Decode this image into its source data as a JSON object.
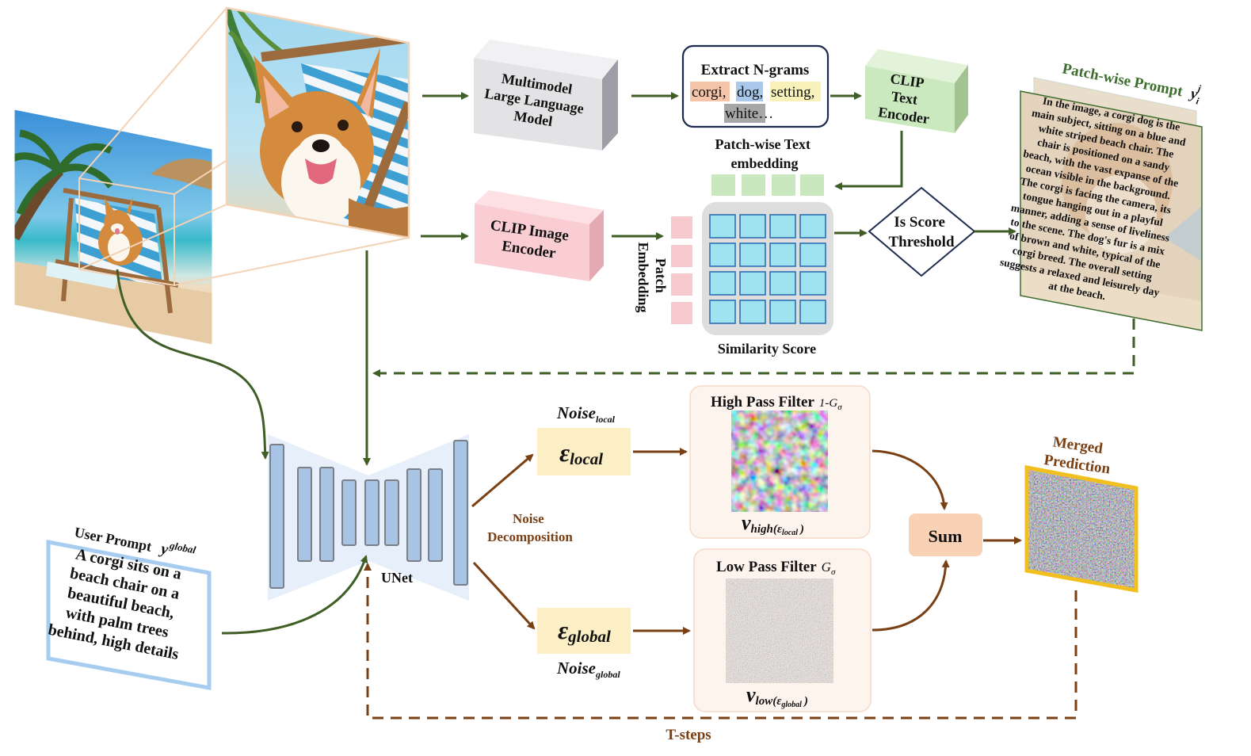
{
  "llm": {
    "line1": "Multimodel",
    "line2": "Large Language",
    "line3": "Model"
  },
  "ngrams": {
    "title": "Extract N-grams",
    "corgi": "corgi",
    "dog": "dog",
    "setting": "setting",
    "white": "white",
    "comma": ",",
    "ellipsis": "…",
    "colors": {
      "corgi": "#f6c4a8",
      "dog": "#a9c8ea",
      "setting": "#f8f1b9",
      "white": "#a7a7a7"
    }
  },
  "clip_text": {
    "line1": "CLIP",
    "line2": "Text",
    "line3": "Encoder"
  },
  "text_embedding": {
    "line1": "Patch-wise Text",
    "line2": "embedding"
  },
  "clip_image": {
    "line1": "CLIP Image",
    "line2": "Encoder"
  },
  "patch_embedding": {
    "line1": "Patch",
    "line2": "Embedding"
  },
  "similarity": {
    "label": "Similarity Score"
  },
  "decision": {
    "line1": "Is Score",
    "line2": "Threshold"
  },
  "patch_prompt": {
    "title": "Patch-wise Prompt",
    "symbol": "y",
    "sup": "j",
    "sub": "i",
    "lines": [
      "In the image, a corgi dog is the",
      "main subject, sitting on a blue and",
      "white striped beach chair. The",
      "chair is positioned on a sandy",
      "beach, with the vast expanse of the",
      "ocean visible in the background.",
      "The corgi is facing the camera, its",
      "tongue hanging out in a playful",
      "manner, adding a sense of liveliness",
      "to the scene. The dog's fur is a mix",
      "of brown and white, typical of the",
      "corgi breed. The overall setting",
      "suggests a relaxed and leisurely day",
      "at the beach."
    ]
  },
  "user_prompt": {
    "title": "User Prompt",
    "symbol": "y",
    "sup": "global",
    "lines": [
      "A corgi sits on a",
      "beach chair on a",
      "beautiful beach,",
      "with palm trees",
      "behind, high details"
    ]
  },
  "unet": {
    "label": "UNet"
  },
  "noise_local": {
    "label": "Noise",
    "sub": "local",
    "eps": "ε",
    "eps_sub": "local"
  },
  "noise_global": {
    "label": "Noise",
    "sub": "global",
    "eps": "ε",
    "eps_sub": "global"
  },
  "decomposition": {
    "line1": "Noise",
    "line2": "Decomposition"
  },
  "high_pass": {
    "title": "High Pass Filter",
    "formula": "1-G",
    "formula_sub": "σ",
    "v": "v",
    "v_sub": "high(ε",
    "v_sub2": "local",
    "v_close": ")"
  },
  "low_pass": {
    "title": "Low Pass Filter",
    "formula": "G",
    "formula_sub": "σ",
    "v": "v",
    "v_sub": "low(ε",
    "v_sub2": "global",
    "v_close": ")"
  },
  "sum": {
    "label": "Sum"
  },
  "merged": {
    "line1": "Merged",
    "line2": "Prediction"
  },
  "tsteps": {
    "label": "T-steps"
  },
  "colors": {
    "green_arrow": "#3e5e26",
    "brown_arrow": "#7a4014",
    "unet_bar": "#a8c4e4",
    "unet_bg": "#e6effa",
    "eps_box": "#fcefc6",
    "sum_box": "#f9d1b5",
    "merged_border": "#f2c01e",
    "user_prompt_border": "#a6cdef",
    "patch_cell": "#9fe3f0",
    "patch_cell_border": "#2d6fb4",
    "patch_embed": "#f6c9cd",
    "text_embed": "#c9e8bf"
  }
}
